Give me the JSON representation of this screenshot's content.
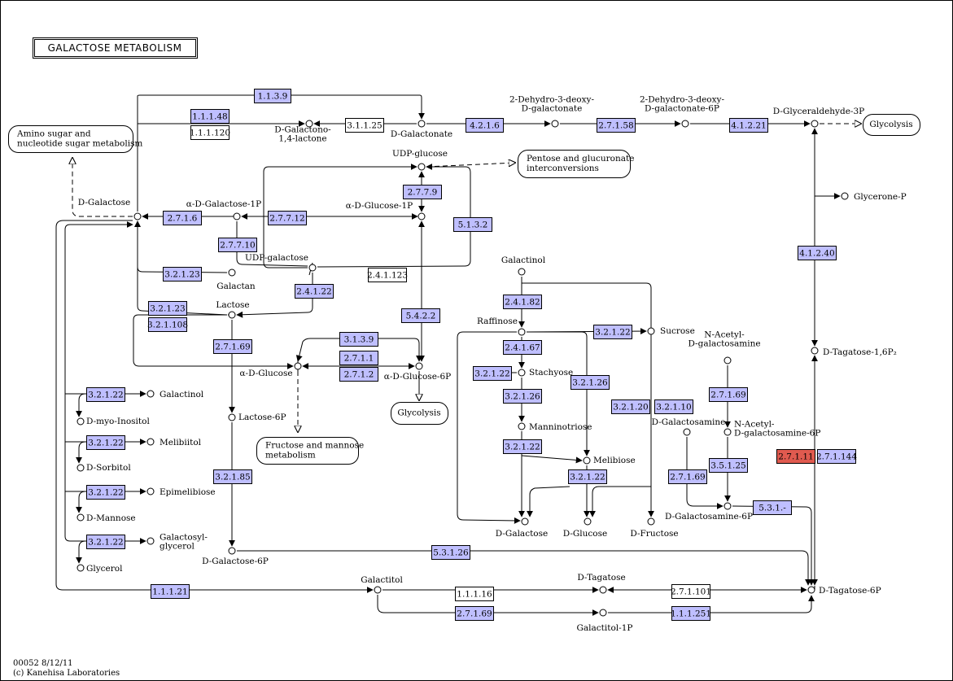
{
  "title": "GALACTOSE METABOLISM",
  "footer": [
    "00052 8/12/11",
    "(c) Kanehisa Laboratories"
  ],
  "colors": {
    "enzyme_fill": "#bfbfff",
    "enzyme_highlight": "#e05a4f",
    "plain_fill": "#ffffff",
    "stroke": "#000000"
  },
  "pathways": [
    {
      "id": "amino",
      "lines": [
        "Amino sugar and",
        "nucleotide sugar metabolism"
      ]
    },
    {
      "id": "pentose",
      "lines": [
        "Pentose and glucuronate",
        "interconversions"
      ]
    },
    {
      "id": "glyco_top",
      "lines": [
        "Glycolysis"
      ]
    },
    {
      "id": "glyco_mid",
      "lines": [
        "Glycolysis"
      ]
    },
    {
      "id": "fructose",
      "lines": [
        "Fructose and mannose",
        "metabolism"
      ]
    }
  ],
  "compounds": [
    {
      "id": "d_galactose",
      "lines": [
        "D-Galactose"
      ]
    },
    {
      "id": "agal1p",
      "lines": [
        "α-D-Galactose-1P"
      ]
    },
    {
      "id": "aglc1p",
      "lines": [
        "α-D-Glucose-1P"
      ]
    },
    {
      "id": "udpglc",
      "lines": [
        "UDP-glucose"
      ]
    },
    {
      "id": "galactonolactone",
      "lines": [
        "D-Galactono-",
        "1,4-lactone"
      ]
    },
    {
      "id": "galactonate",
      "lines": [
        "D-Galactonate"
      ]
    },
    {
      "id": "dehydro",
      "lines": [
        "2-Dehydro-3-deoxy-",
        "D-galactonate"
      ]
    },
    {
      "id": "dehydro6p",
      "lines": [
        "2-Dehydro-3-deoxy-",
        "D-galactonate-6P"
      ]
    },
    {
      "id": "glyceraldehyde",
      "lines": [
        "D-Glyceraldehyde-3P"
      ]
    },
    {
      "id": "glycerone",
      "lines": [
        "Glycerone-P"
      ]
    },
    {
      "id": "udpgal",
      "lines": [
        "UDP-galactose"
      ]
    },
    {
      "id": "galactan",
      "lines": [
        "Galactan"
      ]
    },
    {
      "id": "lactose",
      "lines": [
        "Lactose"
      ]
    },
    {
      "id": "aglucose",
      "lines": [
        "α-D-Glucose"
      ]
    },
    {
      "id": "aglc6p",
      "lines": [
        "α-D-Glucose-6P"
      ]
    },
    {
      "id": "lactose6p",
      "lines": [
        "Lactose-6P"
      ]
    },
    {
      "id": "galactose6p",
      "lines": [
        "D-Galactose-6P"
      ]
    },
    {
      "id": "galactinol_l",
      "lines": [
        "Galactinol"
      ]
    },
    {
      "id": "myoinositol",
      "lines": [
        "D-myo-Inositol"
      ]
    },
    {
      "id": "melibiitol",
      "lines": [
        "Melibiitol"
      ]
    },
    {
      "id": "sorbitol",
      "lines": [
        "D-Sorbitol"
      ]
    },
    {
      "id": "epimelibiose",
      "lines": [
        "Epimelibiose"
      ]
    },
    {
      "id": "mannose",
      "lines": [
        "D-Mannose"
      ]
    },
    {
      "id": "galactosylglycerol",
      "lines": [
        "Galactosyl-",
        "glycerol"
      ]
    },
    {
      "id": "glycerol",
      "lines": [
        "Glycerol"
      ]
    },
    {
      "id": "galactinol_m",
      "lines": [
        "Galactinol"
      ]
    },
    {
      "id": "raffinose",
      "lines": [
        "Raffinose"
      ]
    },
    {
      "id": "sucrose",
      "lines": [
        "Sucrose"
      ]
    },
    {
      "id": "stachyose",
      "lines": [
        "Stachyose"
      ]
    },
    {
      "id": "manninotriose",
      "lines": [
        "Manninotriose"
      ]
    },
    {
      "id": "melibiose",
      "lines": [
        "Melibiose"
      ]
    },
    {
      "id": "d_galactose_b",
      "lines": [
        "D-Galactose"
      ]
    },
    {
      "id": "d_glucose_b",
      "lines": [
        "D-Glucose"
      ]
    },
    {
      "id": "d_fructose_b",
      "lines": [
        "D-Fructose"
      ]
    },
    {
      "id": "nacetyl",
      "lines": [
        "N-Acetyl-",
        "D-galactosamine"
      ]
    },
    {
      "id": "galactosamine",
      "lines": [
        "D-Galactosamine"
      ]
    },
    {
      "id": "nacetyl6p",
      "lines": [
        "N-Acetyl-",
        "D-galactosamine-6P"
      ]
    },
    {
      "id": "galactosamine6p",
      "lines": [
        "D-Galactosamine-6P"
      ]
    },
    {
      "id": "tagatose16p",
      "lines": [
        "D-Tagatose-1,6P₂"
      ]
    },
    {
      "id": "galactitol",
      "lines": [
        "Galactitol"
      ]
    },
    {
      "id": "tagatose",
      "lines": [
        "D-Tagatose"
      ]
    },
    {
      "id": "tagatose6p",
      "lines": [
        "D-Tagatose-6P"
      ]
    },
    {
      "id": "galactitol1p",
      "lines": [
        "Galactitol-1P"
      ]
    }
  ],
  "enzymes": [
    {
      "id": "e_1139",
      "label": "1.1.3.9",
      "style": "blue"
    },
    {
      "id": "e_11148",
      "label": "1.1.1.48",
      "style": "blue"
    },
    {
      "id": "e_111120",
      "label": "1.1.1.120",
      "style": "white"
    },
    {
      "id": "e_31125",
      "label": "3.1.1.25",
      "style": "white"
    },
    {
      "id": "e_4216",
      "label": "4.2.1.6",
      "style": "blue"
    },
    {
      "id": "e_27158",
      "label": "2.7.1.58",
      "style": "blue"
    },
    {
      "id": "e_41221",
      "label": "4.1.2.21",
      "style": "blue"
    },
    {
      "id": "e_2779",
      "label": "2.7.7.9",
      "style": "blue"
    },
    {
      "id": "e_2716",
      "label": "2.7.1.6",
      "style": "blue"
    },
    {
      "id": "e_27712",
      "label": "2.7.7.12",
      "style": "blue"
    },
    {
      "id": "e_5132",
      "label": "5.1.3.2",
      "style": "blue"
    },
    {
      "id": "e_27710",
      "label": "2.7.7.10",
      "style": "blue"
    },
    {
      "id": "e_32123a",
      "label": "3.2.1.23",
      "style": "blue"
    },
    {
      "id": "e_241123",
      "label": "2.4.1.123",
      "style": "white"
    },
    {
      "id": "e_24122",
      "label": "2.4.1.22",
      "style": "blue"
    },
    {
      "id": "e_41240",
      "label": "4.1.2.40",
      "style": "blue"
    },
    {
      "id": "e_32123b",
      "label": "3.2.1.23",
      "style": "blue"
    },
    {
      "id": "e_321108",
      "label": "3.2.1.108",
      "style": "blue"
    },
    {
      "id": "e_5422",
      "label": "5.4.2.2",
      "style": "blue"
    },
    {
      "id": "e_24182",
      "label": "2.4.1.82",
      "style": "blue"
    },
    {
      "id": "e_27169a",
      "label": "2.7.1.69",
      "style": "blue"
    },
    {
      "id": "e_3139",
      "label": "3.1.3.9",
      "style": "blue"
    },
    {
      "id": "e_2711",
      "label": "2.7.1.1",
      "style": "blue"
    },
    {
      "id": "e_2712",
      "label": "2.7.1.2",
      "style": "blue"
    },
    {
      "id": "e_32122a",
      "label": "3.2.1.22",
      "style": "blue"
    },
    {
      "id": "e_24167",
      "label": "2.4.1.67",
      "style": "blue"
    },
    {
      "id": "e_32122b",
      "label": "3.2.1.22",
      "style": "blue"
    },
    {
      "id": "e_32126a",
      "label": "3.2.1.26",
      "style": "blue"
    },
    {
      "id": "e_32126b",
      "label": "3.2.1.26",
      "style": "blue"
    },
    {
      "id": "e_32122l1",
      "label": "3.2.1.22",
      "style": "blue"
    },
    {
      "id": "e_32120",
      "label": "3.2.1.20",
      "style": "blue"
    },
    {
      "id": "e_32110",
      "label": "3.2.1.10",
      "style": "blue"
    },
    {
      "id": "e_27169b",
      "label": "2.7.1.69",
      "style": "blue"
    },
    {
      "id": "e_32122l2",
      "label": "3.2.1.22",
      "style": "blue"
    },
    {
      "id": "e_32122c",
      "label": "3.2.1.22",
      "style": "blue"
    },
    {
      "id": "e_27111",
      "label": "2.7.1.11",
      "style": "red"
    },
    {
      "id": "e_271144",
      "label": "2.7.1.144",
      "style": "blue"
    },
    {
      "id": "e_32122l3",
      "label": "3.2.1.22",
      "style": "blue"
    },
    {
      "id": "e_32185",
      "label": "3.2.1.85",
      "style": "blue"
    },
    {
      "id": "e_27169c",
      "label": "2.7.1.69",
      "style": "blue"
    },
    {
      "id": "e_35125",
      "label": "3.5.1.25",
      "style": "blue"
    },
    {
      "id": "e_32122d",
      "label": "3.2.1.22",
      "style": "blue"
    },
    {
      "id": "e_531",
      "label": "5.3.1.-",
      "style": "blue"
    },
    {
      "id": "e_32122l4",
      "label": "3.2.1.22",
      "style": "blue"
    },
    {
      "id": "e_53126",
      "label": "5.3.1.26",
      "style": "blue"
    },
    {
      "id": "e_11121",
      "label": "1.1.1.21",
      "style": "blue"
    },
    {
      "id": "e_111116",
      "label": "1.1.1.16",
      "style": "white"
    },
    {
      "id": "e_271101",
      "label": "2.7.1.101",
      "style": "white"
    },
    {
      "id": "e_27169d",
      "label": "2.7.1.69",
      "style": "blue"
    },
    {
      "id": "e_111251",
      "label": "1.1.1.251",
      "style": "blue"
    }
  ]
}
